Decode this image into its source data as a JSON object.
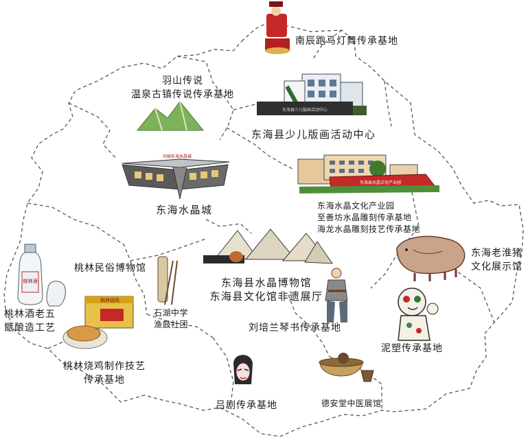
{
  "labels": {
    "nanchen": "南辰跑马灯舞传承基地",
    "yushan_1": "羽山传说",
    "yushan_2": "温泉古镇传说传承基地",
    "children_center": "东海县少儿版画活动中心",
    "crystal_city": "东海水晶城",
    "industrial_1": "东海水晶文化产业园",
    "industrial_2": "至善坊水晶雕刻传承基地",
    "industrial_3": "海龙水晶雕刻技艺传承基地",
    "pig_1": "东海老淮猪",
    "pig_2": "文化展示馆",
    "folk_museum": "桃林民俗博物馆",
    "liquor_1": "桃林酒老五",
    "liquor_2": "甑酿造工艺",
    "fishdrum_1": "石湖中学",
    "fishdrum_2": "渔鼓社团",
    "crystal_museum_1": "东海县水晶博物馆",
    "crystal_museum_2": "东海县文化馆非遗展厅",
    "liupeilan": "刘培兰琴书传承基地",
    "clay": "泥塑传承基地",
    "chicken_1": "桃林烧鸡制作技艺",
    "chicken_2": "传承基地",
    "luju": "吕剧传承基地",
    "tcm": "德安堂中医展馆"
  },
  "building_sign": "东海县少儿版画活动中心",
  "crystal_city_sign": "中国东海水晶城",
  "wall_sign": "东海县水晶文化产业园",
  "jar_text": "桃林酒",
  "box_text": "桃林烧鸡",
  "colors": {
    "border": "#555555",
    "label": "#1c1c1c",
    "accent_red": "#c62828"
  }
}
